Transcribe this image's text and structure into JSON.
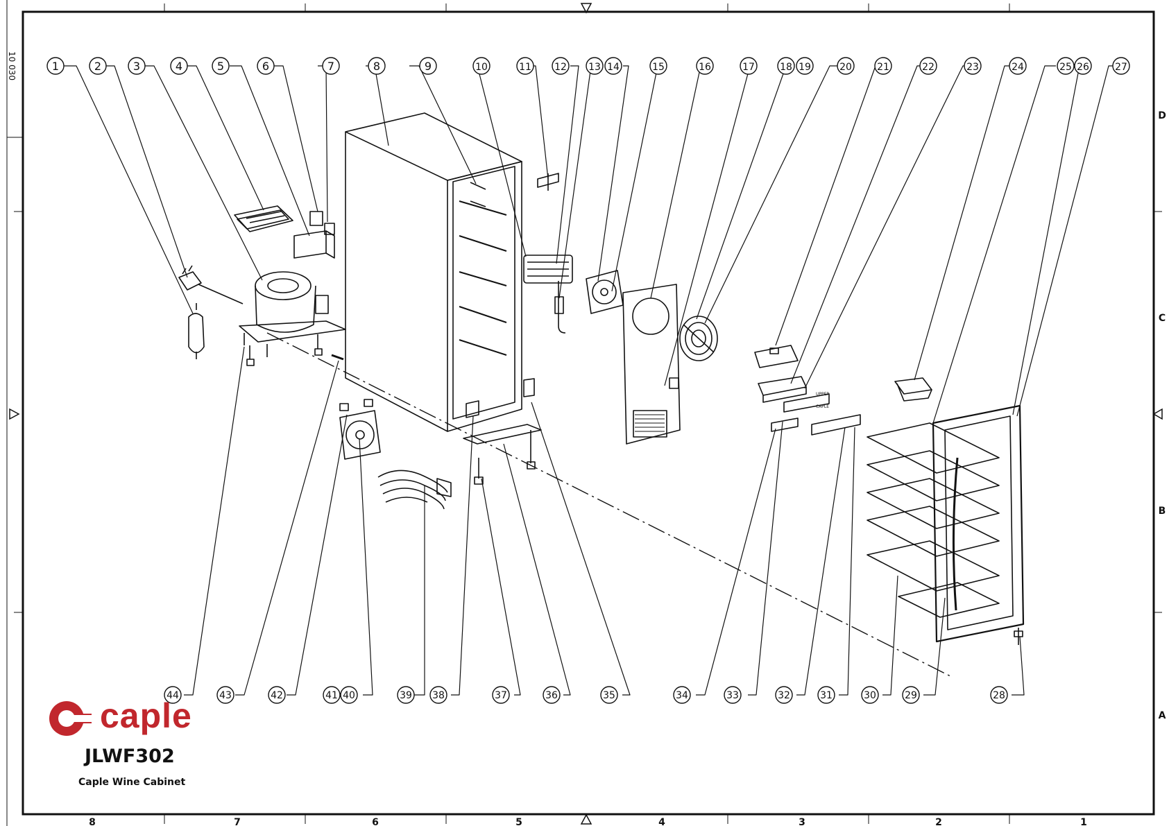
{
  "brand": {
    "name": "caple",
    "color": "#c1272d"
  },
  "model": "JLWF302",
  "subtitle": "Caple Wine Cabinet",
  "frame": {
    "column_labels": [
      "8",
      "7",
      "6",
      "5",
      "4",
      "3",
      "2",
      "1"
    ],
    "row_labels": [
      "D",
      "C",
      "B",
      "A"
    ],
    "margin_note": "10 030"
  },
  "callouts_top": [
    "1",
    "2",
    "3",
    "4",
    "5",
    "6",
    "7",
    "8",
    "9",
    "10",
    "11",
    "12",
    "13",
    "14",
    "15",
    "16",
    "17",
    "18",
    "19",
    "20",
    "21",
    "22",
    "23",
    "24",
    "25",
    "26",
    "27"
  ],
  "callouts_bottom": [
    "44",
    "43",
    "42",
    "41",
    "40",
    "39",
    "38",
    "37",
    "36",
    "35",
    "34",
    "33",
    "32",
    "31",
    "30",
    "29",
    "28"
  ],
  "parts": {
    "p29_label": "UPPER",
    "p32_label": "CAPLE"
  }
}
